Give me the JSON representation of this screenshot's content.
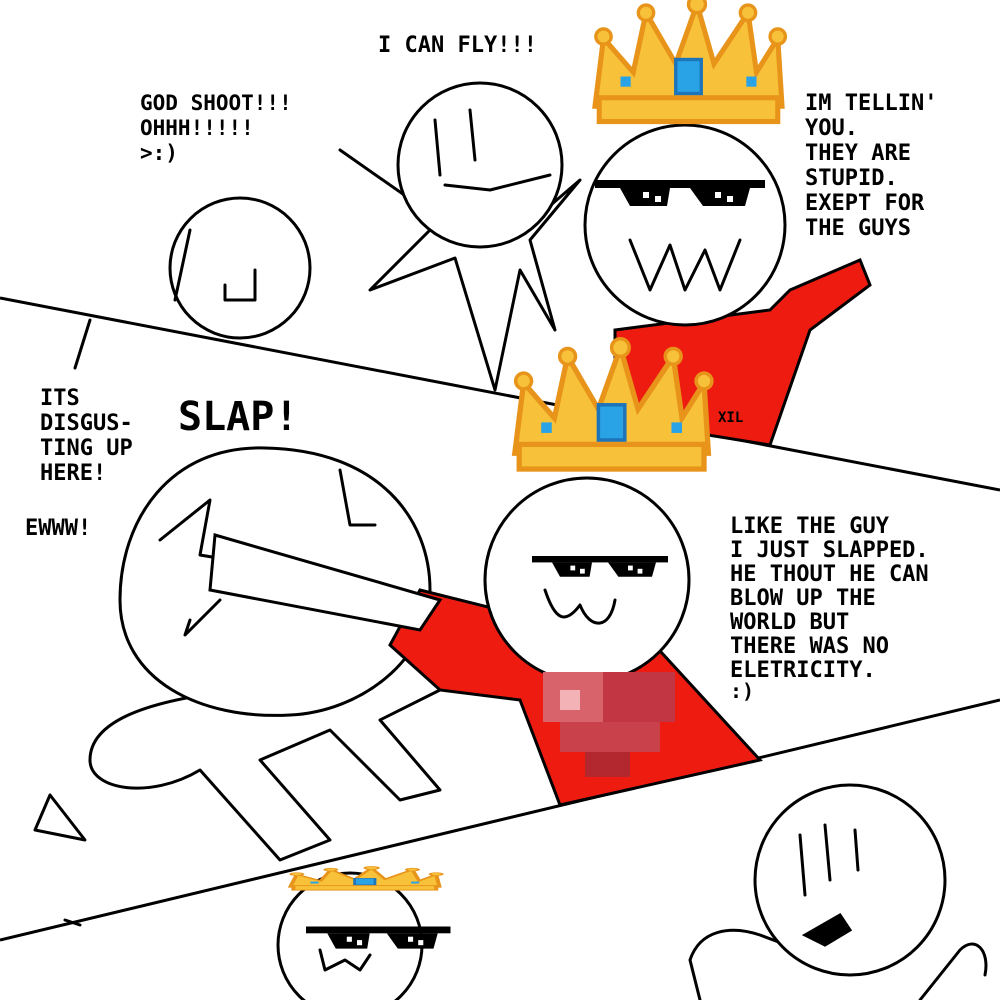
{
  "colors": {
    "ink": "#000000",
    "paper": "#ffffff",
    "shirt": "#ee1c10",
    "crown_gold": "#f7c23a",
    "crown_dark": "#e8941a",
    "gem": "#2aa3e6",
    "heart": "#c9414a"
  },
  "panel_top": {
    "flyer_text": "I CAN FLY!!!",
    "shooter_lines": [
      "GOD SHOOT!!!",
      "OHHH!!!!!",
      ">:)"
    ],
    "king_lines": [
      "IM TELLIN'",
      "YOU.",
      "THEY ARE",
      "STUPID.",
      "EXEPT FOR",
      "THE GUYS"
    ],
    "shirt_tag": "XIL",
    "icons": [
      "crown-icon",
      "pixel-sunglasses-icon"
    ]
  },
  "panel_middle": {
    "victim_lines": [
      "ITS",
      "DISGUS-",
      "TING UP",
      "HERE!"
    ],
    "victim_extra": "EWWW!",
    "sound_effect": "SLAP!",
    "king_lines": [
      "LIKE THE GUY",
      "I JUST SLAPPED.",
      "HE THOUT HE CAN",
      "BLOW UP THE",
      "WORLD BUT",
      "THERE WAS NO",
      "ELETRICITY.",
      ":)"
    ],
    "icons": [
      "crown-icon",
      "pixel-sunglasses-icon",
      "pixel-heart-icon"
    ]
  },
  "panel_bottom": {
    "icons": [
      "crown-icon",
      "pixel-sunglasses-icon"
    ]
  }
}
